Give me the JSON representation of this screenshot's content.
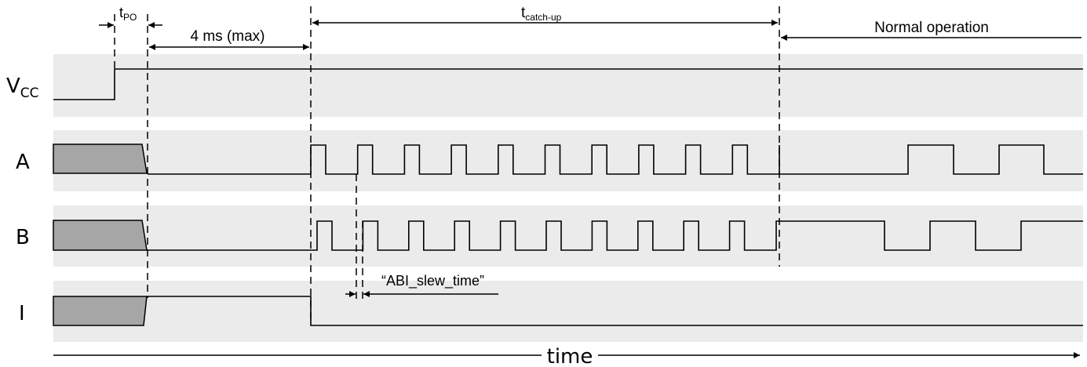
{
  "signals": {
    "vcc": {
      "main": "V",
      "sub": "CC"
    },
    "a": "A",
    "b": "B",
    "i": "I"
  },
  "annotations": {
    "tpo": {
      "main": "t",
      "sub": "PO"
    },
    "four_ms": "4 ms (max)",
    "tcatch": {
      "main": "t",
      "sub": "catch-up"
    },
    "normal": "Normal operation",
    "slew": "“ABI_slew_time”",
    "time": "time"
  },
  "colors": {
    "band": "#ebebeb",
    "undefined_block": "#a6a6a6",
    "line": "#000000"
  }
}
